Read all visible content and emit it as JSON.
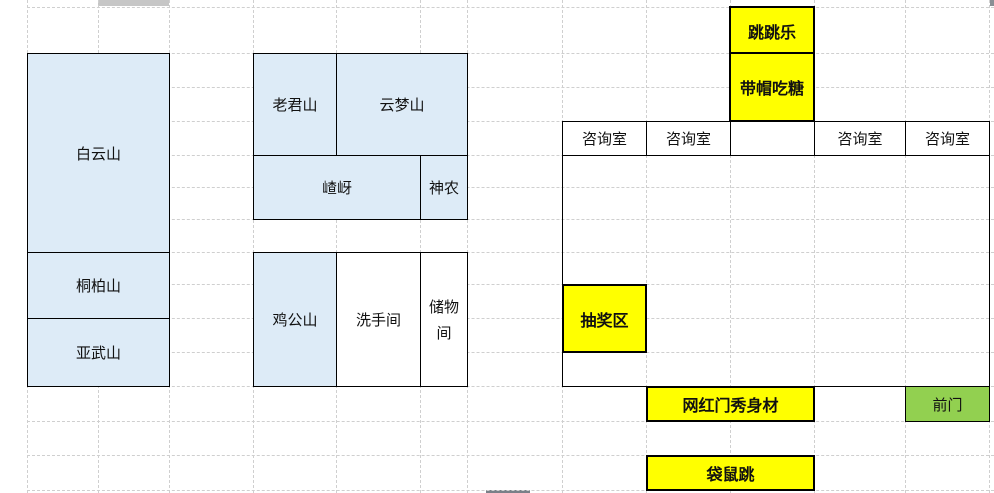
{
  "sheet": {
    "grid_columns_x": [
      27,
      98,
      169,
      253,
      336,
      420,
      467,
      562,
      646,
      730,
      814,
      905,
      989
    ],
    "grid_rows_y": [
      7,
      53,
      87,
      121,
      155,
      187,
      219,
      252,
      284,
      318,
      352,
      386,
      421,
      455,
      490
    ]
  },
  "colors": {
    "mountain_fill": "#ddebf7",
    "activity_fill": "#ffff00",
    "entrance_fill": "#92d050",
    "grid_line": "#cfcfcf"
  },
  "left_block": {
    "baiyun": "白云山",
    "tongbai": "桐柏山",
    "yawu": "亚武山"
  },
  "middle_top": {
    "laojun": "老君山",
    "yunmeng": "云梦山",
    "jiya": "嵖岈",
    "shennong": "神农"
  },
  "middle_bottom": {
    "jigong": "鸡公山",
    "restroom": "洗手间",
    "storage_line1": "储物",
    "storage_line2": "间"
  },
  "right_block": {
    "tiaotiaole": "跳跳乐",
    "daimao": "带帽吃糖",
    "consult_rooms": [
      "咨询室",
      "咨询室",
      "",
      "咨询室",
      "咨询室"
    ],
    "lottery": "抽奖区",
    "wanghong": "网红门秀身材",
    "front_door": "前门",
    "daishu": "袋鼠跳"
  }
}
